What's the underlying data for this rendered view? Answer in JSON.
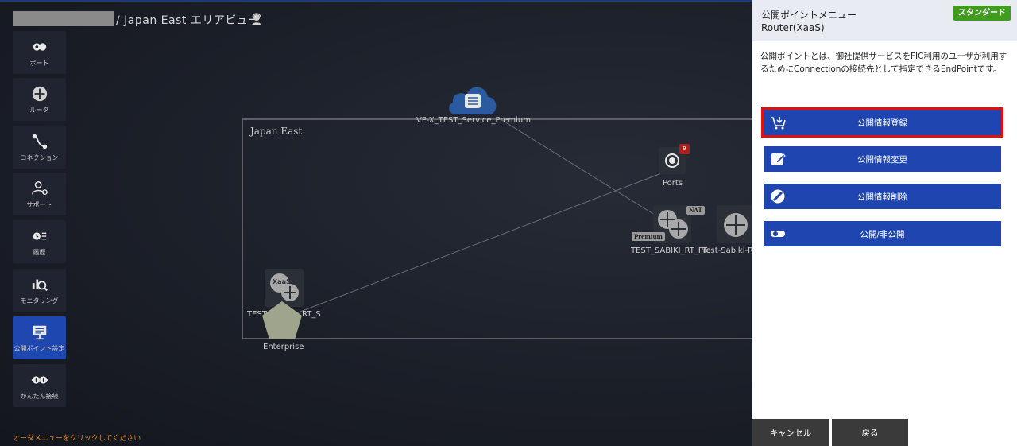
{
  "header": {
    "title": "/ Japan East エリアビュー",
    "icon": "support-agent-icon"
  },
  "sidebar": {
    "items": [
      {
        "label": "ポート",
        "icon": "port-icon"
      },
      {
        "label": "ルータ",
        "icon": "router-icon"
      },
      {
        "label": "コネクション",
        "icon": "connection-icon"
      },
      {
        "label": "サポート",
        "icon": "support-icon"
      },
      {
        "label": "履歴",
        "icon": "history-icon"
      },
      {
        "label": "モニタリング",
        "icon": "monitoring-icon"
      },
      {
        "label": "公開ポイント設定",
        "icon": "public-point-icon",
        "active": true
      },
      {
        "label": "かんたん接続",
        "icon": "easy-connect-icon"
      }
    ],
    "footer_hint": "オーダメニューをクリックしてください"
  },
  "canvas": {
    "region_label": "Japan East",
    "nodes": {
      "cloud_label": "VP-X_TEST_Service_Premium",
      "ports_label": "Ports",
      "ports_badge": "9",
      "router1_label": "TEST_SABIKI_RT_Pre",
      "router1_tag": "Premium",
      "router1_nat": "NAT",
      "router2_label": "Test-Sabiki-Ro",
      "xaas_label": "TEST",
      "xaas_label_tail": "RT_S",
      "xaas_text": "XaaS",
      "enterprise_label": "Enterprise"
    }
  },
  "panel": {
    "title": "公開ポイントメニュー",
    "subtitle": "Router(XaaS)",
    "plan_badge": "スタンダード",
    "description": "公開ポイントとは、御社提供サービスをFIC利用のユーザが利用するためにConnectionの接続先として指定できるEndPointです。",
    "menu": [
      {
        "label": "公開情報登録",
        "icon": "cart-add-icon",
        "selected": true
      },
      {
        "label": "公開情報変更",
        "icon": "edit-icon"
      },
      {
        "label": "公開情報削除",
        "icon": "delete-circle-icon"
      },
      {
        "label": "公開/非公開",
        "icon": "toggle-icon"
      }
    ],
    "cancel_label": "キャンセル",
    "back_label": "戻る"
  },
  "colors": {
    "accent": "#1f46b0",
    "selected_outline": "#e01010",
    "plan_badge": "#3f9c1e",
    "hint": "#e08a2a"
  }
}
